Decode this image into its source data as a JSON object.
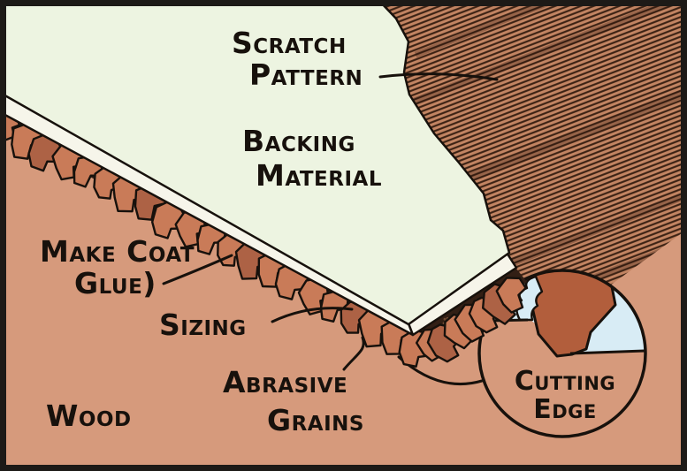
{
  "diagram": {
    "labels": {
      "scratch_pattern": {
        "line1": "Scratch",
        "line2": "Pattern"
      },
      "backing_material": {
        "line1": "Backing",
        "line2": "Material"
      },
      "make_coat": {
        "line1": "Make Coat",
        "line2": "Glue)"
      },
      "sizing": "Sizing",
      "abrasive_grains": {
        "line1": "Abrasive",
        "line2": "Grains"
      },
      "wood": "Wood",
      "cutting_edge": {
        "line1": "Cutting",
        "line2": "Edge"
      }
    },
    "colors": {
      "wood": "#d69a7c",
      "backing": "#edf4e1",
      "paper_edge": "#f6f5ea",
      "glue_layer": "#321f15",
      "glue_speck": "#7a5238",
      "grain": "#c97b58",
      "grain_dark": "#ad6245",
      "scratch_base": "#c28462",
      "scratch_line": "#3a2113",
      "magnifier_sky": "#d8ecf5",
      "magnifier_grain": "#b25e3c",
      "ink": "#17110c",
      "frame": "#1d1a17"
    }
  }
}
